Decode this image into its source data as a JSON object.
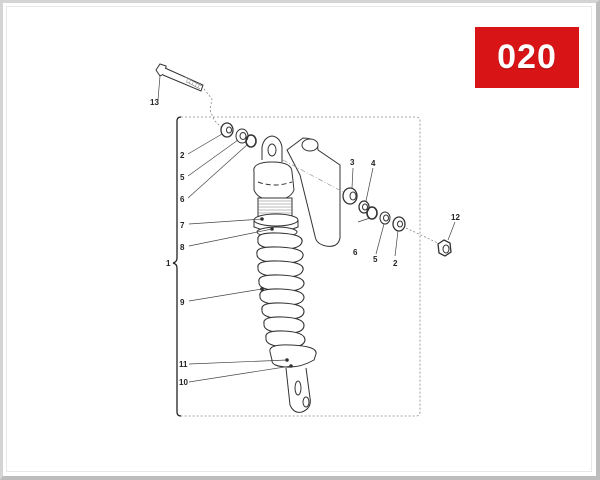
{
  "diagram": {
    "section_number": "020",
    "badge_color": "#d81416",
    "assembly_bracket_label": "1",
    "callouts": [
      {
        "label": "13",
        "part": "bolt"
      },
      {
        "label": "2",
        "part": "washer-left"
      },
      {
        "label": "5",
        "part": "spacer-left"
      },
      {
        "label": "6",
        "part": "o-ring-left"
      },
      {
        "label": "7",
        "part": "spring-preload-collar"
      },
      {
        "label": "8",
        "part": "lock-ring"
      },
      {
        "label": "9",
        "part": "spring"
      },
      {
        "label": "11",
        "part": "lower-spring-seat"
      },
      {
        "label": "10",
        "part": "lower-clip"
      },
      {
        "label": "3",
        "part": "bearing"
      },
      {
        "label": "4",
        "part": "seal"
      },
      {
        "label": "6",
        "part": "o-ring-right"
      },
      {
        "label": "5",
        "part": "spacer-right"
      },
      {
        "label": "2",
        "part": "washer-right"
      },
      {
        "label": "12",
        "part": "nut"
      }
    ]
  }
}
